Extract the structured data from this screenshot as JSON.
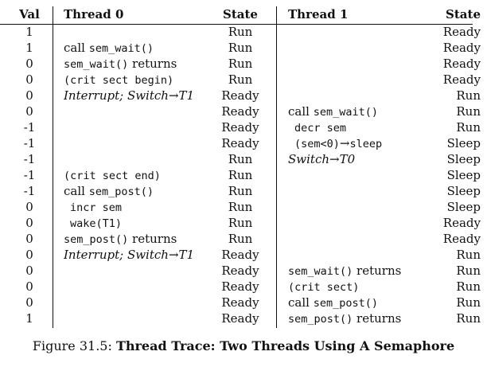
{
  "header": {
    "val": "Val",
    "thread0": "Thread 0",
    "state0": "State",
    "thread1": "Thread 1",
    "state1": "State"
  },
  "rows": [
    {
      "val": "1",
      "t0": [],
      "s0": "Run",
      "t1": [],
      "s1": "Ready"
    },
    {
      "val": "1",
      "t0": [
        {
          "text": "call ",
          "style": "serif"
        },
        {
          "text": "sem_wait()",
          "style": "mono"
        }
      ],
      "s0": "Run",
      "t1": [],
      "s1": "Ready"
    },
    {
      "val": "0",
      "t0": [
        {
          "text": "sem_wait()",
          "style": "mono"
        },
        {
          "text": " returns",
          "style": "serif"
        }
      ],
      "s0": "Run",
      "t1": [],
      "s1": "Ready"
    },
    {
      "val": "0",
      "t0": [
        {
          "text": "(crit sect begin)",
          "style": "mono"
        }
      ],
      "s0": "Run",
      "t1": [],
      "s1": "Ready"
    },
    {
      "val": "0",
      "t0": [
        {
          "text": "Interrupt; Switch→T1",
          "style": "italic"
        }
      ],
      "s0": "Ready",
      "t1": [],
      "s1": "Run"
    },
    {
      "val": "0",
      "t0": [],
      "s0": "Ready",
      "t1": [
        {
          "text": "call ",
          "style": "serif"
        },
        {
          "text": "sem_wait()",
          "style": "mono"
        }
      ],
      "s1": "Run"
    },
    {
      "val": "-1",
      "t0": [],
      "s0": "Ready",
      "t1": [
        {
          "text": "decr sem",
          "style": "mono-indent"
        }
      ],
      "s1": "Run"
    },
    {
      "val": "-1",
      "t0": [],
      "s0": "Ready",
      "t1": [
        {
          "text": "(sem<0)",
          "style": "mono-indent"
        },
        {
          "text": "→",
          "style": "serif"
        },
        {
          "text": "sleep",
          "style": "mono"
        }
      ],
      "s1": "Sleep"
    },
    {
      "val": "-1",
      "t0": [],
      "s0": "Run",
      "t1": [
        {
          "text": "Switch→T0",
          "style": "italic"
        }
      ],
      "s1": "Sleep"
    },
    {
      "val": "-1",
      "t0": [
        {
          "text": "(crit sect end)",
          "style": "mono"
        }
      ],
      "s0": "Run",
      "t1": [],
      "s1": "Sleep"
    },
    {
      "val": "-1",
      "t0": [
        {
          "text": "call ",
          "style": "serif"
        },
        {
          "text": "sem_post()",
          "style": "mono"
        }
      ],
      "s0": "Run",
      "t1": [],
      "s1": "Sleep"
    },
    {
      "val": "0",
      "t0": [
        {
          "text": "incr sem",
          "style": "mono-indent"
        }
      ],
      "s0": "Run",
      "t1": [],
      "s1": "Sleep"
    },
    {
      "val": "0",
      "t0": [
        {
          "text": "wake(T1)",
          "style": "mono-indent"
        }
      ],
      "s0": "Run",
      "t1": [],
      "s1": "Ready"
    },
    {
      "val": "0",
      "t0": [
        {
          "text": "sem_post()",
          "style": "mono"
        },
        {
          "text": " returns",
          "style": "serif"
        }
      ],
      "s0": "Run",
      "t1": [],
      "s1": "Ready"
    },
    {
      "val": "0",
      "t0": [
        {
          "text": "Interrupt; Switch→T1",
          "style": "italic"
        }
      ],
      "s0": "Ready",
      "t1": [],
      "s1": "Run"
    },
    {
      "val": "0",
      "t0": [],
      "s0": "Ready",
      "t1": [
        {
          "text": "sem_wait()",
          "style": "mono"
        },
        {
          "text": " returns",
          "style": "serif"
        }
      ],
      "s1": "Run"
    },
    {
      "val": "0",
      "t0": [],
      "s0": "Ready",
      "t1": [
        {
          "text": "(crit sect)",
          "style": "mono"
        }
      ],
      "s1": "Run"
    },
    {
      "val": "0",
      "t0": [],
      "s0": "Ready",
      "t1": [
        {
          "text": "call ",
          "style": "serif"
        },
        {
          "text": "sem_post()",
          "style": "mono"
        }
      ],
      "s1": "Run"
    },
    {
      "val": "1",
      "t0": [],
      "s0": "Ready",
      "t1": [
        {
          "text": "sem_post()",
          "style": "mono"
        },
        {
          "text": " returns",
          "style": "serif"
        }
      ],
      "s1": "Run"
    }
  ],
  "caption": {
    "prefix": "Figure 31.5: ",
    "title": "Thread Trace: Two Threads Using A Semaphore"
  }
}
